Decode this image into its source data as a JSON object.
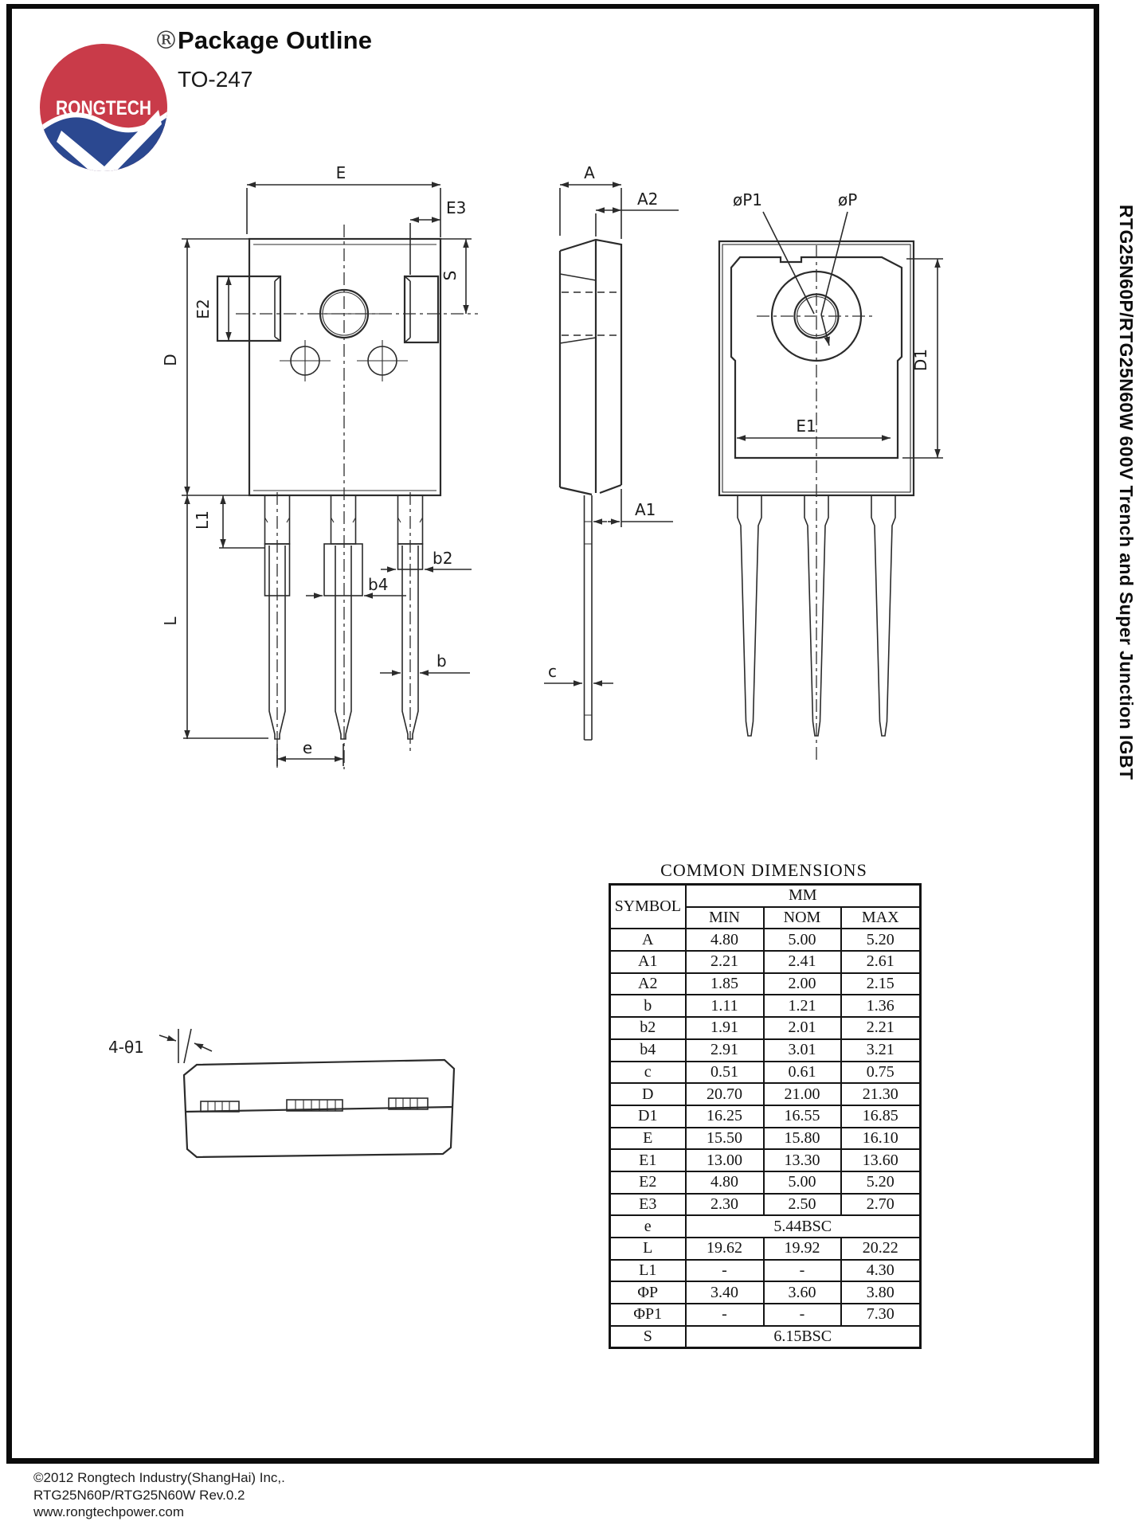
{
  "header": {
    "logo_text": "RONGTECH",
    "registered_mark": "®",
    "title": "Package Outline",
    "subtitle": "TO-247",
    "logo_colors": {
      "red": "#c93b49",
      "blue": "#2b4890",
      "white": "#ffffff"
    }
  },
  "side_banner": {
    "text": "RTG25N60P/RTG25N60W 600V Trench and Super Junction IGBT"
  },
  "drawing_labels": {
    "front": {
      "E": "E",
      "E3": "E3",
      "S": "S",
      "E2": "E2",
      "D": "D",
      "L1": "L1",
      "L": "L",
      "b2": "b2",
      "b4": "b4",
      "b": "b",
      "e": "e"
    },
    "side": {
      "A": "A",
      "A2": "A2",
      "A1": "A1",
      "c": "c"
    },
    "back": {
      "P1": "øP1",
      "P": "øP",
      "D1": "D1",
      "E1": "E1"
    },
    "bottom": {
      "angle": "4-θ1"
    }
  },
  "dimensions_table": {
    "title": "COMMON DIMENSIONS",
    "symbol_header": "SYMBOL",
    "unit_header": "MM",
    "col_headers": [
      "MIN",
      "NOM",
      "MAX"
    ],
    "rows": [
      {
        "symbol": "A",
        "min": "4.80",
        "nom": "5.00",
        "max": "5.20"
      },
      {
        "symbol": "A1",
        "min": "2.21",
        "nom": "2.41",
        "max": "2.61"
      },
      {
        "symbol": "A2",
        "min": "1.85",
        "nom": "2.00",
        "max": "2.15"
      },
      {
        "symbol": "b",
        "min": "1.11",
        "nom": "1.21",
        "max": "1.36"
      },
      {
        "symbol": "b2",
        "min": "1.91",
        "nom": "2.01",
        "max": "2.21"
      },
      {
        "symbol": "b4",
        "min": "2.91",
        "nom": "3.01",
        "max": "3.21"
      },
      {
        "symbol": "c",
        "min": "0.51",
        "nom": "0.61",
        "max": "0.75"
      },
      {
        "symbol": "D",
        "min": "20.70",
        "nom": "21.00",
        "max": "21.30"
      },
      {
        "symbol": "D1",
        "min": "16.25",
        "nom": "16.55",
        "max": "16.85"
      },
      {
        "symbol": "E",
        "min": "15.50",
        "nom": "15.80",
        "max": "16.10"
      },
      {
        "symbol": "E1",
        "min": "13.00",
        "nom": "13.30",
        "max": "13.60"
      },
      {
        "symbol": "E2",
        "min": "4.80",
        "nom": "5.00",
        "max": "5.20"
      },
      {
        "symbol": "E3",
        "min": "2.30",
        "nom": "2.50",
        "max": "2.70"
      },
      {
        "symbol": "e",
        "span": "5.44BSC"
      },
      {
        "symbol": "L",
        "min": "19.62",
        "nom": "19.92",
        "max": "20.22"
      },
      {
        "symbol": "L1",
        "min": "-",
        "nom": "-",
        "max": "4.30"
      },
      {
        "symbol": "ΦP",
        "min": "3.40",
        "nom": "3.60",
        "max": "3.80"
      },
      {
        "symbol": "ΦP1",
        "min": "-",
        "nom": "-",
        "max": "7.30"
      },
      {
        "symbol": "S",
        "span": "6.15BSC"
      }
    ]
  },
  "footer": {
    "line1": "©2012 Rongtech Industry(ShangHai) Inc,.",
    "line2": "RTG25N60P/RTG25N60W Rev.0.2",
    "line3": "www.rongtechpower.com"
  }
}
